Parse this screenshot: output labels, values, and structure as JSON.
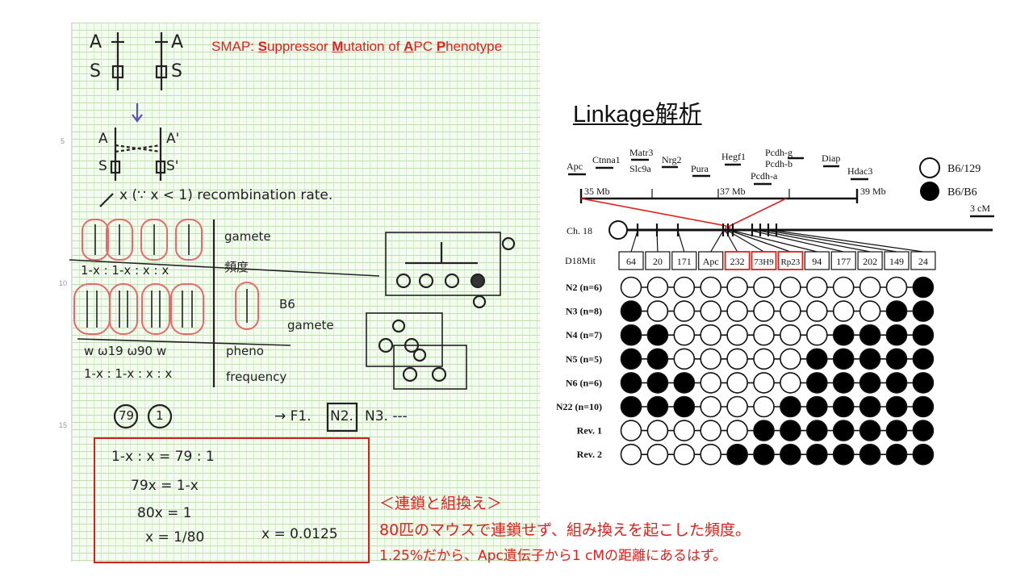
{
  "smap": {
    "prefix": "SMAP: ",
    "parts": [
      {
        "initial": "S",
        "rest": "uppressor "
      },
      {
        "initial": "M",
        "rest": "utation of "
      },
      {
        "initial": "A",
        "rest": "PC "
      },
      {
        "initial": "P",
        "rest": "henotype"
      }
    ]
  },
  "notebook": {
    "chrom_labels": {
      "a_left": "A",
      "a_right": "A",
      "s_left": "S",
      "s_right": "S",
      "a_prime": "A'",
      "s_prime": "S'"
    },
    "recombination": "x (∵ x < 1)  recombination rate.",
    "gamete_label": "gamete",
    "freq_label": "頻度",
    "freq_values": "1-x : 1-x  :  x  :  x",
    "b6_label": "B6",
    "b6_gamete": "gamete",
    "pheno_types": "w   ω19  ω90   w",
    "pheno_label": "pheno",
    "frequency_label": "frequency",
    "pheno_freq": "1-x : 1-x : x : x",
    "ratio_a": "79",
    "ratio_b": "1",
    "generations": "→ F1.",
    "gen_n2": "N2.",
    "gen_n3": "N3. ---",
    "calc": [
      "1-x : x = 79 : 1",
      "79x = 1-x",
      "80x = 1",
      "x = 1/80"
    ],
    "result": "x = 0.0125",
    "margin_5": "5",
    "margin_10": "10",
    "margin_15": "15"
  },
  "title": "Linkage解析",
  "note": {
    "heading": "＜連鎖と組換え＞",
    "line1": "80匹のマウスで連鎖せず、組み換えを起こした頻度。",
    "line2": "1.25%だから、Apc遺伝子から1 cMの距離にあるはず。"
  },
  "map": {
    "genes": [
      "Apc",
      "Ctnna1",
      "Matr3",
      "Slc9a",
      "Nrg2",
      "Pura",
      "Hegf1",
      "Pcdh-g",
      "Pcdh-b",
      "Pcdh-a",
      "Diap",
      "Hdac3"
    ],
    "mb_labels": [
      "35 Mb",
      "37 Mb",
      "39 Mb"
    ],
    "scale": "3 cM",
    "chr_label": "Ch. 18",
    "marker_label": "D18Mit",
    "legend": {
      "open": "B6/129",
      "filled": "B6/B6"
    },
    "highlight_color": "#e0211d"
  },
  "chart_data": {
    "type": "table",
    "markers": [
      "64",
      "20",
      "171",
      "Apc",
      "232",
      "73H9",
      "Rp23",
      "94",
      "177",
      "202",
      "149",
      "24"
    ],
    "highlighted_markers": [
      "232",
      "73H9",
      "Rp23"
    ],
    "rows": [
      {
        "label": "N2 (n=6)",
        "genotypes": [
          0,
          0,
          0,
          0,
          0,
          0,
          0,
          0,
          0,
          0,
          0,
          1
        ]
      },
      {
        "label": "N3 (n=8)",
        "genotypes": [
          1,
          0,
          0,
          0,
          0,
          0,
          0,
          0,
          0,
          0,
          1,
          1
        ]
      },
      {
        "label": "N4 (n=7)",
        "genotypes": [
          1,
          1,
          0,
          0,
          0,
          0,
          0,
          0,
          1,
          1,
          1,
          1
        ]
      },
      {
        "label": "N5 (n=5)",
        "genotypes": [
          1,
          1,
          0,
          0,
          0,
          0,
          0,
          1,
          1,
          1,
          1,
          1
        ]
      },
      {
        "label": "N6 (n=6)",
        "genotypes": [
          1,
          1,
          1,
          0,
          0,
          0,
          0,
          1,
          1,
          1,
          1,
          1
        ]
      },
      {
        "label": "N22 (n=10)",
        "genotypes": [
          1,
          1,
          1,
          0,
          0,
          0,
          1,
          1,
          1,
          1,
          1,
          1
        ]
      },
      {
        "label": "Rev. 1",
        "genotypes": [
          0,
          0,
          0,
          0,
          0,
          1,
          1,
          1,
          1,
          1,
          1,
          1
        ]
      },
      {
        "label": "Rev. 2",
        "genotypes": [
          0,
          0,
          0,
          0,
          1,
          1,
          1,
          1,
          1,
          1,
          1,
          1
        ]
      }
    ],
    "legend": {
      "0": "B6/129",
      "1": "B6/B6"
    }
  }
}
